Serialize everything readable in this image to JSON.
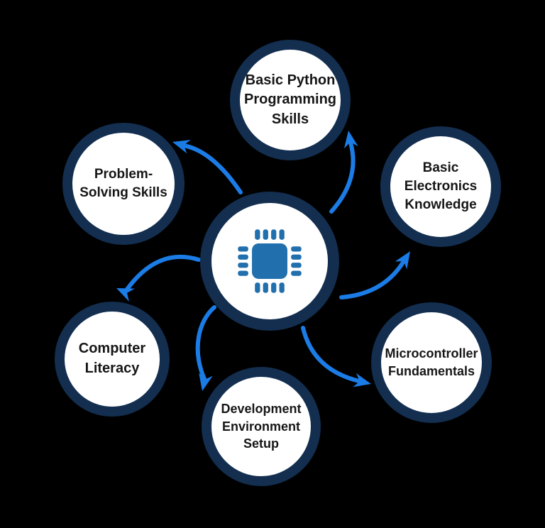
{
  "diagram": {
    "title": "",
    "type": "radial-mindmap",
    "center": {
      "id": "center-hub",
      "icon": "microchip-icon",
      "label": ""
    },
    "nodes": [
      {
        "id": "basic-python-programming-skills",
        "label": "Basic Python Programming Skills",
        "lines": [
          "Basic Python",
          "Programming",
          "Skills"
        ],
        "position": "top"
      },
      {
        "id": "basic-electronics-knowledge",
        "label": "Basic Electronics Knowledge",
        "lines": [
          "Basic",
          "Electronics",
          "Knowledge"
        ],
        "position": "top-right"
      },
      {
        "id": "microcontroller-fundamentals",
        "label": "Microcontroller Fundamentals",
        "lines": [
          "Microcontroller",
          "Fundamentals"
        ],
        "position": "bottom-right"
      },
      {
        "id": "development-environment-setup",
        "label": "Development Environment Setup",
        "lines": [
          "Development",
          "Environment",
          "Setup"
        ],
        "position": "bottom"
      },
      {
        "id": "computer-literacy",
        "label": "Computer Literacy",
        "lines": [
          "Computer",
          "Literacy"
        ],
        "position": "bottom-left"
      },
      {
        "id": "problem-solving-skills",
        "label": "Problem-Solving Skills",
        "lines": [
          "Problem-",
          "Solving Skills"
        ],
        "position": "top-left"
      }
    ],
    "connections": [
      {
        "from": "center-hub",
        "to": "basic-python-programming-skills"
      },
      {
        "from": "center-hub",
        "to": "basic-electronics-knowledge"
      },
      {
        "from": "center-hub",
        "to": "microcontroller-fundamentals"
      },
      {
        "from": "center-hub",
        "to": "development-environment-setup"
      },
      {
        "from": "center-hub",
        "to": "computer-literacy"
      },
      {
        "from": "center-hub",
        "to": "problem-solving-skills"
      }
    ]
  },
  "colors": {
    "circle_border": "#132e4f",
    "circle_fill": "#ffffff",
    "arrow": "#1b7ce6",
    "chip": "#216fad",
    "text": "#161616",
    "background": "#000000"
  }
}
